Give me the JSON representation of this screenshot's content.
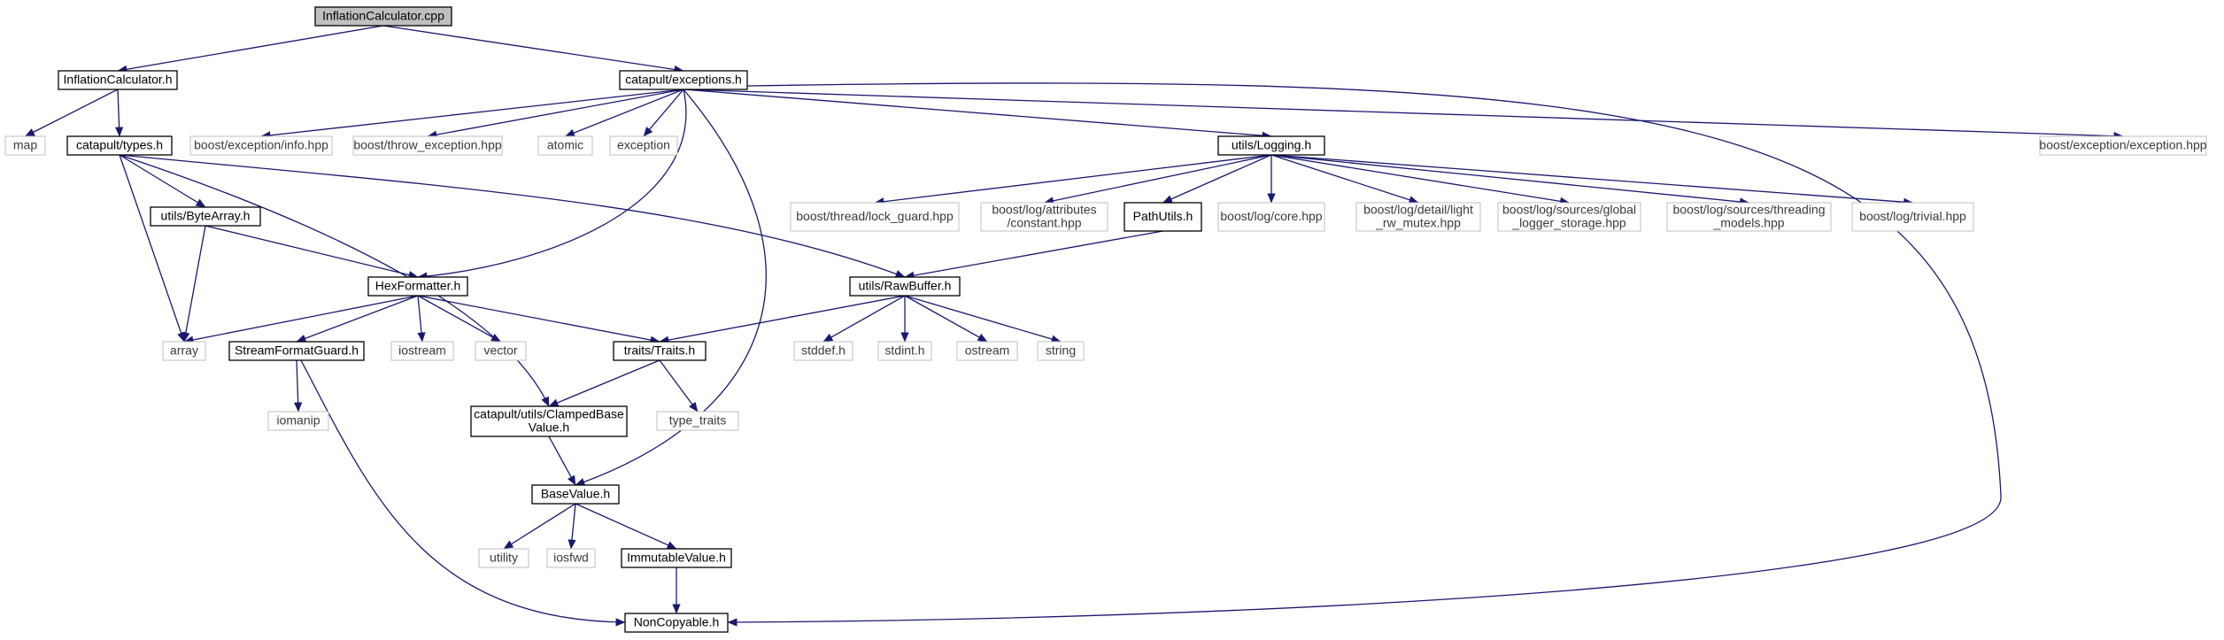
{
  "diagram": {
    "type": "include-dependency-graph",
    "colors": {
      "edge": "#191970",
      "root_fill": "#bfbfbf",
      "internal_border": "#000000",
      "external_border": "#bfbfbf",
      "text": "#000000"
    },
    "nodes": [
      {
        "id": "inflation_calculator_cpp",
        "lines": [
          "InflationCalculator.cpp"
        ],
        "kind": "root"
      },
      {
        "id": "inflation_calculator_h",
        "lines": [
          "InflationCalculator.h"
        ],
        "kind": "internal"
      },
      {
        "id": "catapult_exceptions_h",
        "lines": [
          "catapult/exceptions.h"
        ],
        "kind": "internal"
      },
      {
        "id": "map",
        "lines": [
          "map"
        ],
        "kind": "external"
      },
      {
        "id": "catapult_types_h",
        "lines": [
          "catapult/types.h"
        ],
        "kind": "internal"
      },
      {
        "id": "boost_exception_info_hpp",
        "lines": [
          "boost/exception/info.hpp"
        ],
        "kind": "external"
      },
      {
        "id": "boost_throw_exception_hpp",
        "lines": [
          "boost/throw_exception.hpp"
        ],
        "kind": "external"
      },
      {
        "id": "atomic",
        "lines": [
          "atomic"
        ],
        "kind": "external"
      },
      {
        "id": "exception",
        "lines": [
          "exception"
        ],
        "kind": "external"
      },
      {
        "id": "utils_logging_h",
        "lines": [
          "utils/Logging.h"
        ],
        "kind": "internal"
      },
      {
        "id": "boost_exception_exception_hpp",
        "lines": [
          "boost/exception/exception.hpp"
        ],
        "kind": "external"
      },
      {
        "id": "boost_thread_lock_guard_hpp",
        "lines": [
          "boost/thread/lock_guard.hpp"
        ],
        "kind": "external"
      },
      {
        "id": "boost_log_attributes_constant_hpp",
        "lines": [
          "boost/log/attributes",
          "/constant.hpp"
        ],
        "kind": "external"
      },
      {
        "id": "path_utils_h",
        "lines": [
          "PathUtils.h"
        ],
        "kind": "internal"
      },
      {
        "id": "boost_log_core_hpp",
        "lines": [
          "boost/log/core.hpp"
        ],
        "kind": "external"
      },
      {
        "id": "boost_log_detail_light_rw_mutex_hpp",
        "lines": [
          "boost/log/detail/light",
          "_rw_mutex.hpp"
        ],
        "kind": "external"
      },
      {
        "id": "boost_log_sources_global_logger_storage_hpp",
        "lines": [
          "boost/log/sources/global",
          "_logger_storage.hpp"
        ],
        "kind": "external"
      },
      {
        "id": "boost_log_sources_threading_models_hpp",
        "lines": [
          "boost/log/sources/threading",
          "_models.hpp"
        ],
        "kind": "external"
      },
      {
        "id": "boost_log_trivial_hpp",
        "lines": [
          "boost/log/trivial.hpp"
        ],
        "kind": "external"
      },
      {
        "id": "utils_byte_array_h",
        "lines": [
          "utils/ByteArray.h"
        ],
        "kind": "internal"
      },
      {
        "id": "hex_formatter_h",
        "lines": [
          "HexFormatter.h"
        ],
        "kind": "internal"
      },
      {
        "id": "utils_raw_buffer_h",
        "lines": [
          "utils/RawBuffer.h"
        ],
        "kind": "internal"
      },
      {
        "id": "array",
        "lines": [
          "array"
        ],
        "kind": "external"
      },
      {
        "id": "stream_format_guard_h",
        "lines": [
          "StreamFormatGuard.h"
        ],
        "kind": "internal"
      },
      {
        "id": "iostream",
        "lines": [
          "iostream"
        ],
        "kind": "external"
      },
      {
        "id": "vector",
        "lines": [
          "vector"
        ],
        "kind": "external"
      },
      {
        "id": "traits_traits_h",
        "lines": [
          "traits/Traits.h"
        ],
        "kind": "internal"
      },
      {
        "id": "stddef_h",
        "lines": [
          "stddef.h"
        ],
        "kind": "external"
      },
      {
        "id": "stdint_h",
        "lines": [
          "stdint.h"
        ],
        "kind": "external"
      },
      {
        "id": "ostream",
        "lines": [
          "ostream"
        ],
        "kind": "external"
      },
      {
        "id": "string",
        "lines": [
          "string"
        ],
        "kind": "external"
      },
      {
        "id": "iomanip",
        "lines": [
          "iomanip"
        ],
        "kind": "external"
      },
      {
        "id": "clamped_base_value_h",
        "lines": [
          "catapult/utils/ClampedBase",
          "Value.h"
        ],
        "kind": "internal"
      },
      {
        "id": "type_traits",
        "lines": [
          "type_traits"
        ],
        "kind": "external"
      },
      {
        "id": "base_value_h",
        "lines": [
          "BaseValue.h"
        ],
        "kind": "internal"
      },
      {
        "id": "utility",
        "lines": [
          "utility"
        ],
        "kind": "external"
      },
      {
        "id": "iosfwd",
        "lines": [
          "iosfwd"
        ],
        "kind": "external"
      },
      {
        "id": "immutable_value_h",
        "lines": [
          "ImmutableValue.h"
        ],
        "kind": "internal"
      },
      {
        "id": "non_copyable_h",
        "lines": [
          "NonCopyable.h"
        ],
        "kind": "internal"
      }
    ],
    "edges": [
      [
        "inflation_calculator_cpp",
        "inflation_calculator_h"
      ],
      [
        "inflation_calculator_cpp",
        "catapult_exceptions_h"
      ],
      [
        "inflation_calculator_h",
        "map"
      ],
      [
        "inflation_calculator_h",
        "catapult_types_h"
      ],
      [
        "catapult_exceptions_h",
        "boost_exception_info_hpp"
      ],
      [
        "catapult_exceptions_h",
        "boost_throw_exception_hpp"
      ],
      [
        "catapult_exceptions_h",
        "atomic"
      ],
      [
        "catapult_exceptions_h",
        "exception"
      ],
      [
        "catapult_exceptions_h",
        "utils_logging_h"
      ],
      [
        "catapult_exceptions_h",
        "boost_exception_exception_hpp"
      ],
      [
        "catapult_exceptions_h",
        "hex_formatter_h"
      ],
      [
        "catapult_exceptions_h",
        "base_value_h"
      ],
      [
        "catapult_exceptions_h",
        "non_copyable_h"
      ],
      [
        "catapult_types_h",
        "utils_byte_array_h"
      ],
      [
        "catapult_types_h",
        "array"
      ],
      [
        "catapult_types_h",
        "utils_raw_buffer_h"
      ],
      [
        "catapult_types_h",
        "clamped_base_value_h"
      ],
      [
        "utils_logging_h",
        "boost_thread_lock_guard_hpp"
      ],
      [
        "utils_logging_h",
        "boost_log_attributes_constant_hpp"
      ],
      [
        "utils_logging_h",
        "path_utils_h"
      ],
      [
        "utils_logging_h",
        "boost_log_core_hpp"
      ],
      [
        "utils_logging_h",
        "boost_log_detail_light_rw_mutex_hpp"
      ],
      [
        "utils_logging_h",
        "boost_log_sources_global_logger_storage_hpp"
      ],
      [
        "utils_logging_h",
        "boost_log_sources_threading_models_hpp"
      ],
      [
        "utils_logging_h",
        "boost_log_trivial_hpp"
      ],
      [
        "path_utils_h",
        "utils_raw_buffer_h"
      ],
      [
        "utils_byte_array_h",
        "hex_formatter_h"
      ],
      [
        "utils_byte_array_h",
        "array"
      ],
      [
        "hex_formatter_h",
        "array"
      ],
      [
        "hex_formatter_h",
        "stream_format_guard_h"
      ],
      [
        "hex_formatter_h",
        "iostream"
      ],
      [
        "hex_formatter_h",
        "vector"
      ],
      [
        "hex_formatter_h",
        "traits_traits_h"
      ],
      [
        "utils_raw_buffer_h",
        "traits_traits_h"
      ],
      [
        "utils_raw_buffer_h",
        "stddef_h"
      ],
      [
        "utils_raw_buffer_h",
        "stdint_h"
      ],
      [
        "utils_raw_buffer_h",
        "ostream"
      ],
      [
        "utils_raw_buffer_h",
        "string"
      ],
      [
        "stream_format_guard_h",
        "iomanip"
      ],
      [
        "stream_format_guard_h",
        "non_copyable_h"
      ],
      [
        "traits_traits_h",
        "clamped_base_value_h"
      ],
      [
        "traits_traits_h",
        "type_traits"
      ],
      [
        "clamped_base_value_h",
        "base_value_h"
      ],
      [
        "base_value_h",
        "utility"
      ],
      [
        "base_value_h",
        "iosfwd"
      ],
      [
        "base_value_h",
        "immutable_value_h"
      ],
      [
        "immutable_value_h",
        "non_copyable_h"
      ]
    ]
  }
}
